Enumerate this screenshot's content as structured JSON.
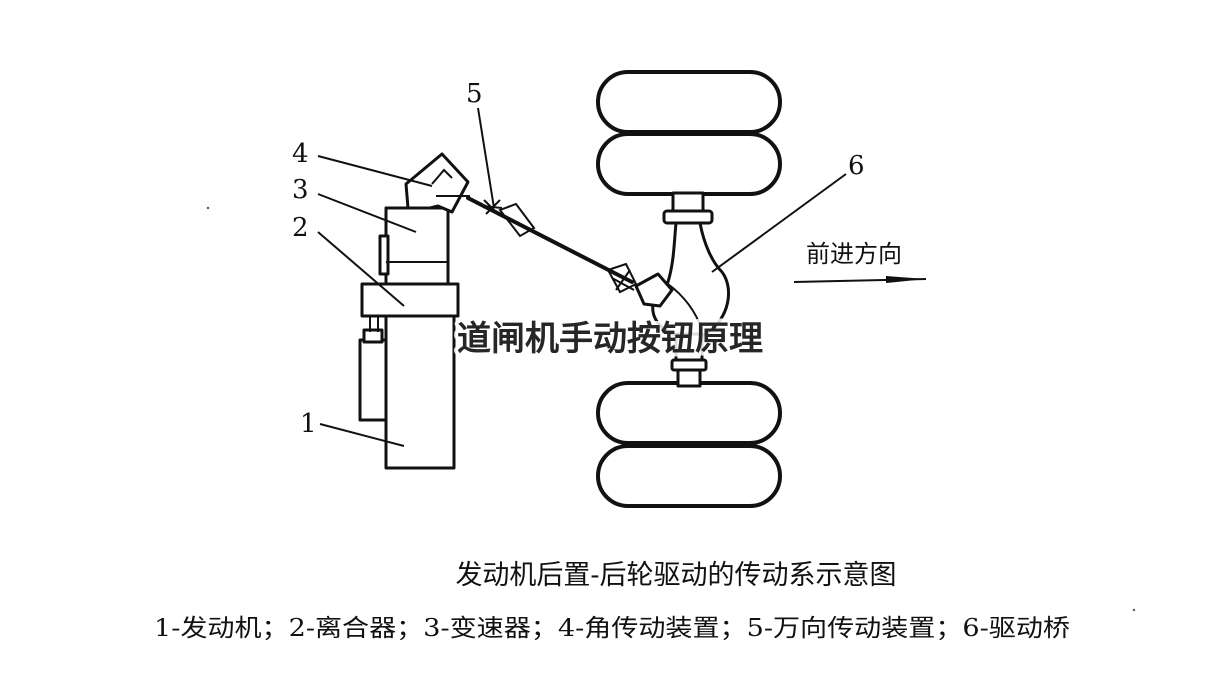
{
  "callouts": {
    "n1": "1",
    "n2": "2",
    "n3": "3",
    "n4": "4",
    "n5": "5",
    "n6": "6"
  },
  "direction_label": "前进方向",
  "caption": "发动机后置-后轮驱动的传动系示意图",
  "legend": "1-发动机；2-离合器；3-变速器；4-角传动装置；5-万向传动装置；6-驱动桥",
  "watermark": "道闸机手动按钮原理",
  "colors": {
    "line": "#111111",
    "background": "#ffffff",
    "watermark": "#262626"
  }
}
